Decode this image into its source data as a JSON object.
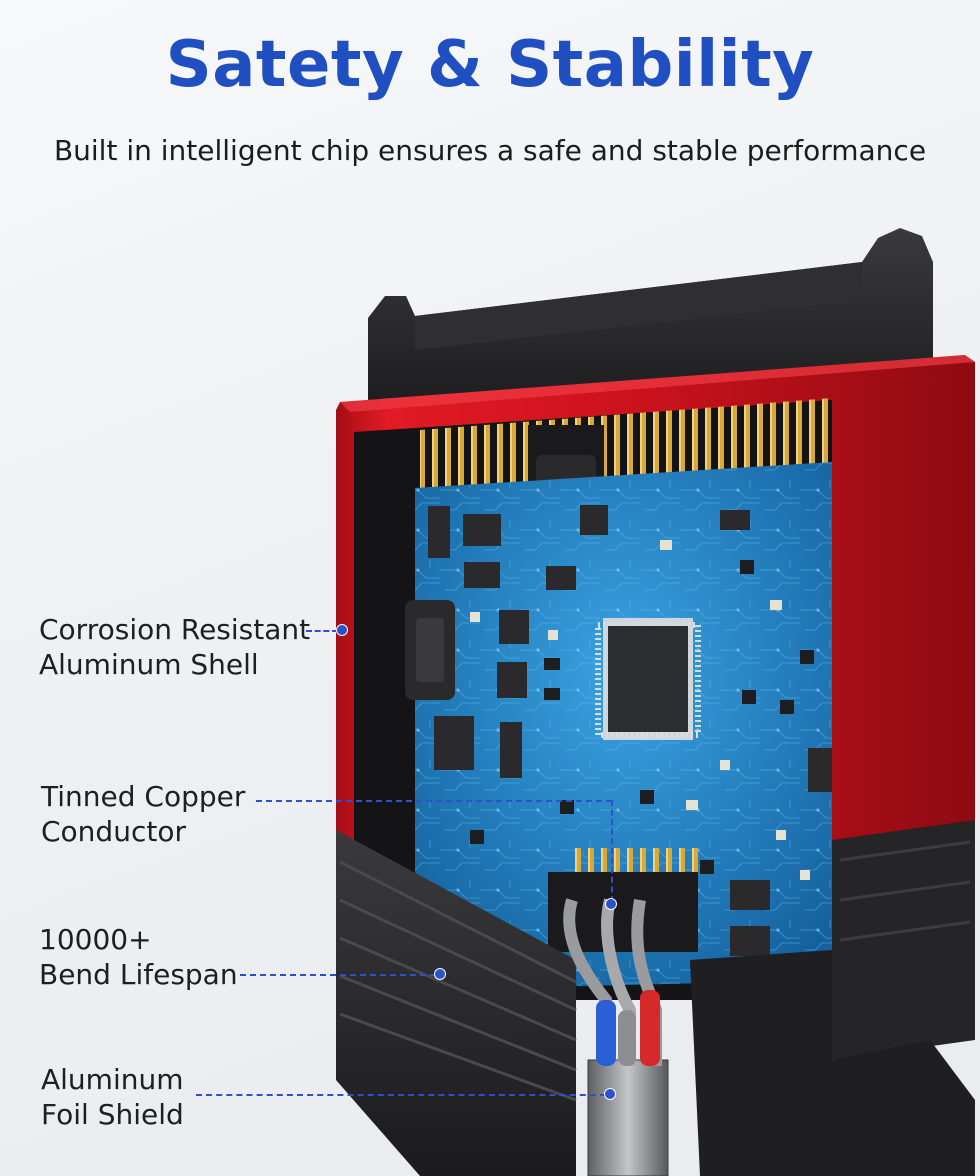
{
  "header": {
    "title": "Satety & Stability",
    "subtitle": "Built in intelligent chip ensures a safe and stable performance"
  },
  "callouts": [
    {
      "line1": "Corrosion Resistant",
      "line2": "Aluminum Shell"
    },
    {
      "line1": "Tinned Copper",
      "line2": "Conductor"
    },
    {
      "line1": "10000+",
      "line2": "Bend Lifespan"
    },
    {
      "line1": "Aluminum",
      "line2": "Foil Shield"
    }
  ],
  "colors": {
    "title": "#1f4fc1",
    "leader": "#2a52c9",
    "shell_red": "#d0141f",
    "pcb_blue": "#1f7fc4",
    "connector_black": "#2b2b2d"
  }
}
